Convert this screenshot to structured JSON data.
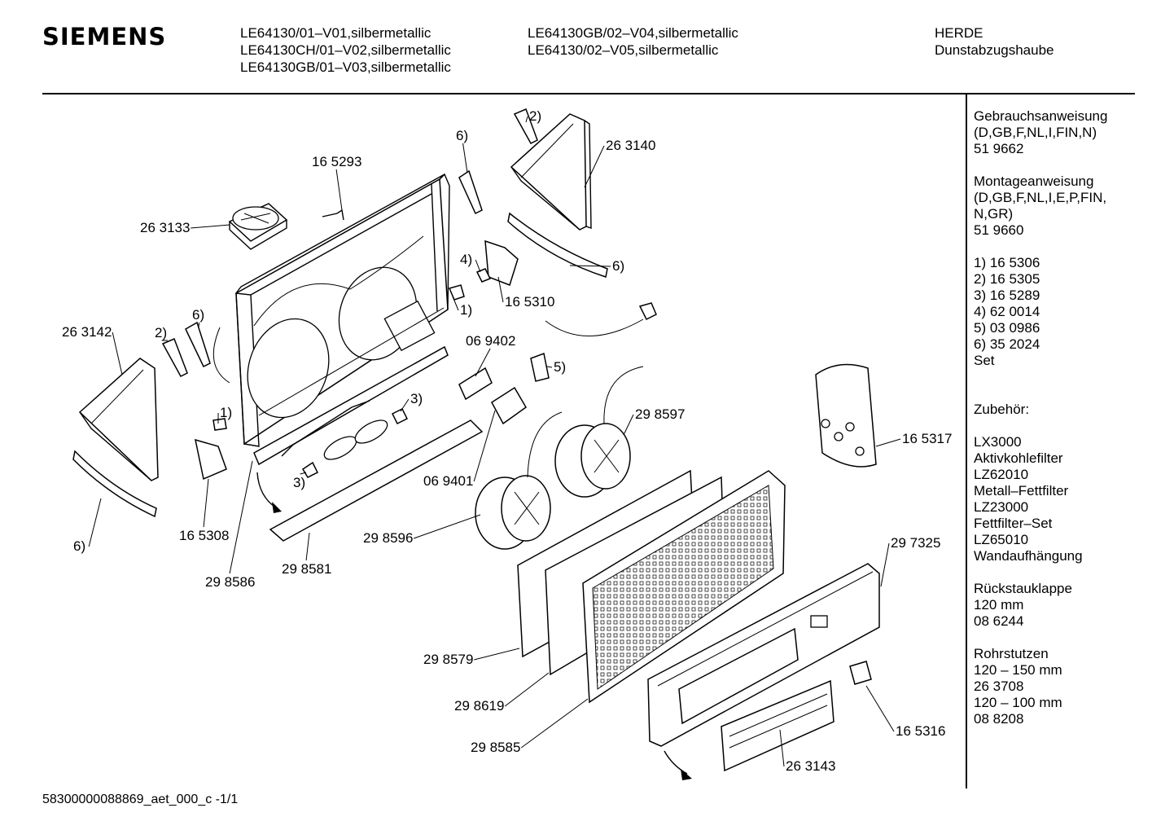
{
  "header": {
    "brand": "SIEMENS",
    "models_col1": [
      "LE64130/01–V01,silbermetallic",
      "LE64130CH/01–V02,silbermetallic",
      "LE64130GB/01–V03,silbermetallic"
    ],
    "models_col2": [
      "LE64130GB/02–V04,silbermetallic",
      "LE64130/02–V05,silbermetallic"
    ],
    "category": [
      "HERDE",
      "Dunstabzugshaube"
    ]
  },
  "sidebar": {
    "lines": [
      "Gebrauchsanweisung",
      "(D,GB,F,NL,I,FIN,N)",
      "51 9662",
      "",
      "Montageanweisung",
      "(D,GB,F,NL,I,E,P,FIN,",
      "N,GR)",
      "51 9660",
      "",
      "1)  16 5306",
      "2)  16 5305",
      "3)  16 5289",
      "4)  62 0014",
      "5)  03 0986",
      "6)  35 2024",
      "     Set",
      "",
      "",
      "Zubehör:",
      "",
      "LX3000",
      "Aktivkohlefilter",
      "LZ62010",
      "Metall–Fettfilter",
      "LZ23000",
      "Fettfilter–Set",
      "LZ65010",
      "Wandaufhängung",
      "",
      "Rückstauklappe",
      "120 mm",
      "08 6244",
      "",
      "Rohrstutzen",
      "120 – 150 mm",
      "26 3708",
      "120 – 100 mm",
      "08 8208"
    ]
  },
  "parts": [
    {
      "id": "p263133",
      "label": "26 3133"
    },
    {
      "id": "p165293",
      "label": "16 5293"
    },
    {
      "id": "n6a",
      "label": "6)"
    },
    {
      "id": "n2a",
      "label": "2)"
    },
    {
      "id": "p263140",
      "label": "26 3140"
    },
    {
      "id": "n6b",
      "label": "6)"
    },
    {
      "id": "n4",
      "label": "4)"
    },
    {
      "id": "p165310",
      "label": "16 5310"
    },
    {
      "id": "n1a",
      "label": "1)"
    },
    {
      "id": "p263142",
      "label": "26 3142"
    },
    {
      "id": "n2b",
      "label": "2)"
    },
    {
      "id": "n6c",
      "label": "6)"
    },
    {
      "id": "p069402",
      "label": "06 9402"
    },
    {
      "id": "n5",
      "label": "5)"
    },
    {
      "id": "n3a",
      "label": "3)"
    },
    {
      "id": "n1b",
      "label": "1)"
    },
    {
      "id": "p298597",
      "label": "29 8597"
    },
    {
      "id": "p165317",
      "label": "16 5317"
    },
    {
      "id": "n3b",
      "label": "3)"
    },
    {
      "id": "p069401",
      "label": "06 9401"
    },
    {
      "id": "p165308",
      "label": "16 5308"
    },
    {
      "id": "n6d",
      "label": "6)"
    },
    {
      "id": "p298596",
      "label": "29 8596"
    },
    {
      "id": "p297325",
      "label": "29 7325"
    },
    {
      "id": "p298586",
      "label": "29 8586"
    },
    {
      "id": "p298581",
      "label": "29 8581"
    },
    {
      "id": "p298579",
      "label": "29 8579"
    },
    {
      "id": "p298619",
      "label": "29 8619"
    },
    {
      "id": "p165316",
      "label": "16 5316"
    },
    {
      "id": "p298585",
      "label": "29 8585"
    },
    {
      "id": "p263143",
      "label": "26 3143"
    }
  ],
  "footer": {
    "code": "58300000088869_aet_000_c -1/1"
  }
}
